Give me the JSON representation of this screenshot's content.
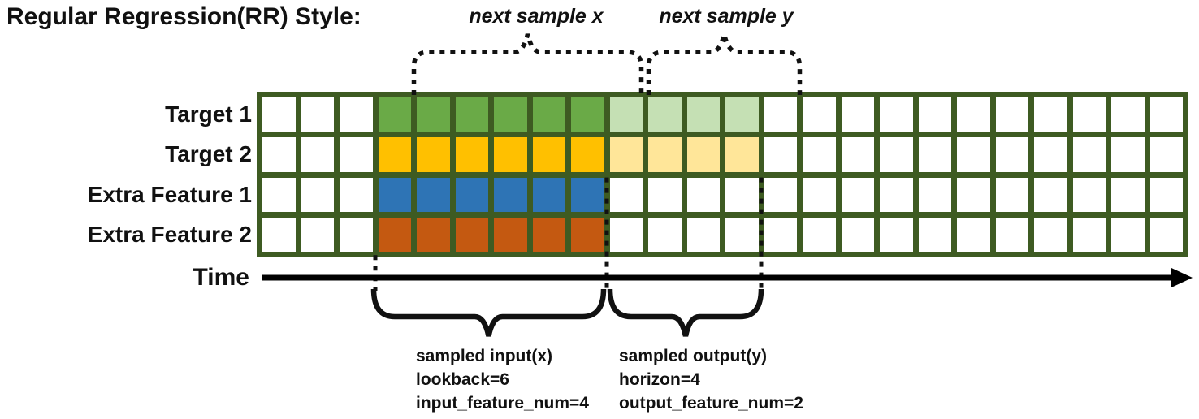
{
  "title": "Regular Regression(RR) Style:",
  "annotations": {
    "next_sample_x": "next sample x",
    "next_sample_y": "next sample y"
  },
  "time_axis": {
    "label": "Time"
  },
  "grid": {
    "columns_total": 24,
    "blank_columns_before_input": 3,
    "lookback": 6,
    "horizon": 4,
    "border_color": "#3E5B22",
    "cell_color_default": "#FFFFFF"
  },
  "rows": [
    {
      "label": "Target 1",
      "input_color": "#6AAA47",
      "output_color": "#C5E0B4"
    },
    {
      "label": "Target 2",
      "input_color": "#FFC000",
      "output_color": "#FFE699"
    },
    {
      "label": "Extra Feature 1",
      "input_color": "#2E74B5",
      "output_color": ""
    },
    {
      "label": "Extra Feature 2",
      "input_color": "#C45911",
      "output_color": ""
    }
  ],
  "captions": {
    "input": [
      "sampled input(x)",
      "lookback=6",
      "input_feature_num=4"
    ],
    "output": [
      "sampled output(y)",
      "horizon=4",
      "output_feature_num=2"
    ]
  }
}
